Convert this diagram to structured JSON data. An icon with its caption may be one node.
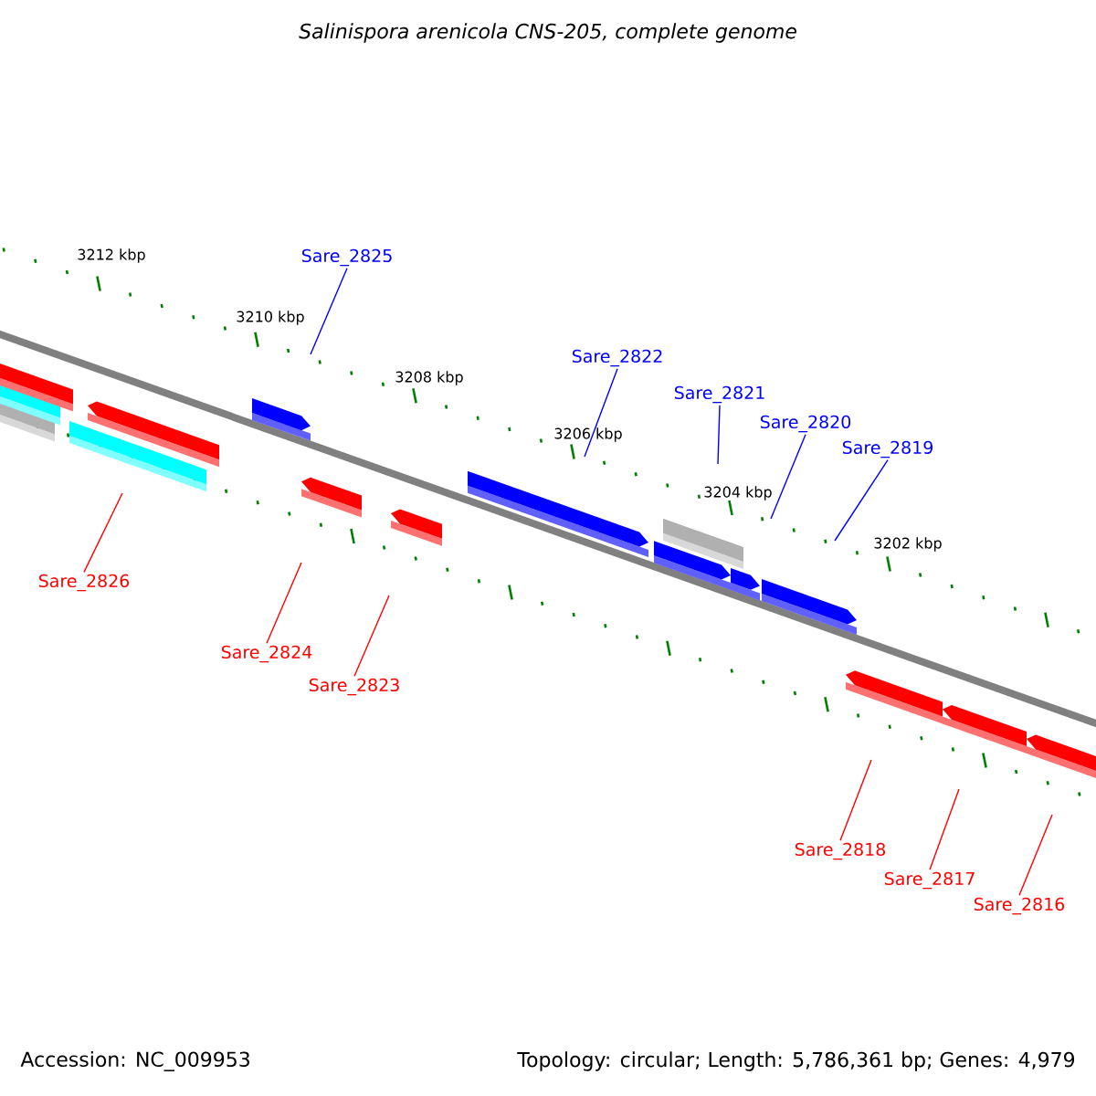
{
  "diagram": {
    "title": "Salinispora arenicola CNS-205, complete genome",
    "nodes": [
      {
        "text": [
          "Sare_2825"
        ]
      },
      {
        "text": [
          "Sare_2822"
        ]
      },
      {
        "text": [
          "Sare_2821"
        ]
      },
      {
        "text": [
          "Sare_2820"
        ]
      },
      {
        "text": [
          "Sare_2819"
        ]
      },
      {
        "text": [
          "Sare_2826"
        ]
      },
      {
        "text": [
          "Sare_2824"
        ]
      },
      {
        "text": [
          "Sare_2823"
        ]
      },
      {
        "text": [
          "Sare_2818"
        ]
      },
      {
        "text": [
          "Sare_2817"
        ]
      },
      {
        "text": [
          "Sare_2816"
        ]
      }
    ],
    "edges": [
      {
        "from": 0,
        "to": null,
        "arrow": "none",
        "color": "#0000ff"
      },
      {
        "from": 1,
        "to": null,
        "arrow": "none",
        "color": "#0000ff"
      },
      {
        "from": 2,
        "to": null,
        "arrow": "none",
        "color": "#0000ff"
      },
      {
        "from": 3,
        "to": null,
        "arrow": "none",
        "color": "#0000ff"
      },
      {
        "from": 4,
        "to": null,
        "arrow": "none",
        "color": "#0000ff"
      },
      {
        "from": 5,
        "to": null,
        "arrow": "none"
      },
      {
        "from": 6,
        "to": null,
        "arrow": "none"
      },
      {
        "from": 7,
        "to": null,
        "arrow": "none"
      },
      {
        "from": 8,
        "to": null,
        "arrow": "none"
      },
      {
        "from": 9,
        "to": null,
        "arrow": "none"
      },
      {
        "from": 10,
        "to": null,
        "arrow": "none"
      }
    ],
    "labels": [
      "3212 kbp",
      "3210 kbp",
      "3208 kbp",
      "3206 kbp",
      "3204 kbp",
      "3202 kbp",
      "Accession: NC_009953",
      "Topology: circular; Length: 5,786,361 bp; Genes: 4,979"
    ]
  }
}
